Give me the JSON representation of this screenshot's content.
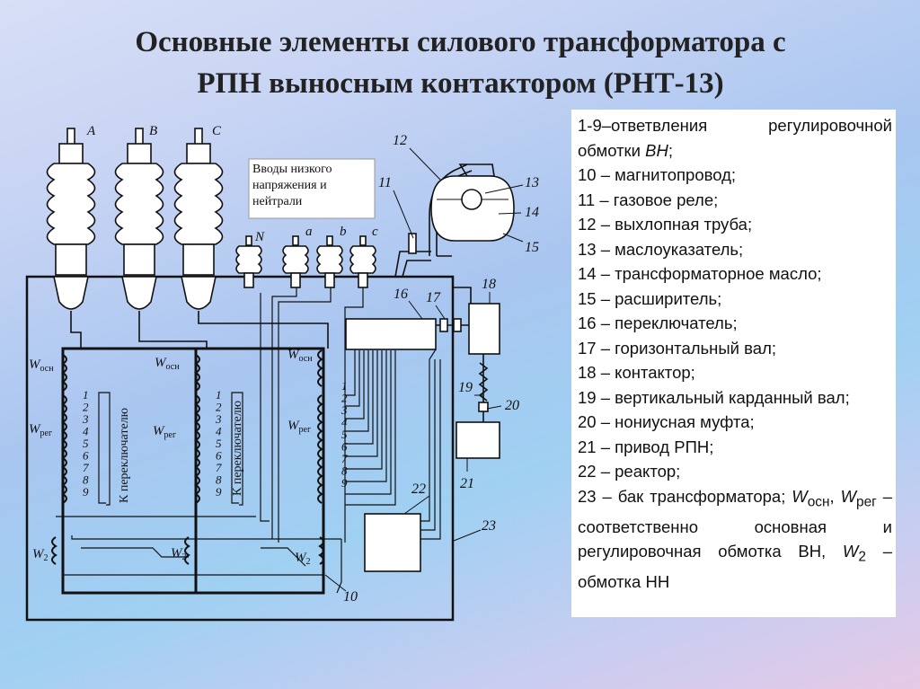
{
  "title": {
    "line1": "Основные элементы силового трансформатора с",
    "line2": "РПН выносным контактором (РНТ-13)"
  },
  "diagram": {
    "bushings_hv": [
      "A",
      "B",
      "C"
    ],
    "lv_box_label": [
      "Вводы низкого",
      "напряжения и",
      "нейтрали"
    ],
    "bushings_lv": [
      "N",
      "a",
      "b",
      "c"
    ],
    "winding_w_osn": "W",
    "winding_w_osn_sub": "осн",
    "winding_w_reg": "W",
    "winding_w_reg_sub": "рег",
    "winding_w2": "W",
    "winding_w2_sub": "2",
    "tap_numbers": [
      "1",
      "2",
      "3",
      "4",
      "5",
      "6",
      "7",
      "8",
      "9"
    ],
    "switch_label": "К переключателю",
    "callouts": [
      "10",
      "11",
      "12",
      "13",
      "14",
      "15",
      "16",
      "17",
      "18",
      "19",
      "20",
      "21",
      "22",
      "23"
    ]
  },
  "legend": {
    "items": [
      {
        "pre": "1-9–ответвления регулировочной обмотки ",
        "em": "ВН",
        "post": ";"
      },
      {
        "pre": "10 – магнитопровод;"
      },
      {
        "pre": "11 – газовое реле;"
      },
      {
        "pre": "12 – выхлопная труба;"
      },
      {
        "pre": "13 – маслоуказатель;"
      },
      {
        "pre": "14 – трансформаторное масло;"
      },
      {
        "pre": "15 – расширитель;"
      },
      {
        "pre": "16 – переключатель;"
      },
      {
        "pre": "17 – горизонтальный вал;"
      },
      {
        "pre": "18 – контактор;"
      },
      {
        "pre": "19 – вертикальный карданный вал;"
      },
      {
        "pre": "20 – нониусная муфта;"
      },
      {
        "pre": "21 – привод РПН;"
      },
      {
        "pre": "22 – реактор;"
      }
    ],
    "last": {
      "p1": "23 – бак трансформатора; ",
      "w": "W",
      "sub_osn": "осн",
      "p2": ", ",
      "sub_reg": "рег",
      "p3": " – соответственно основная и регулировочная обмотка ВН, ",
      "sub_2": "2",
      "p4": " – обмотка НН"
    }
  }
}
